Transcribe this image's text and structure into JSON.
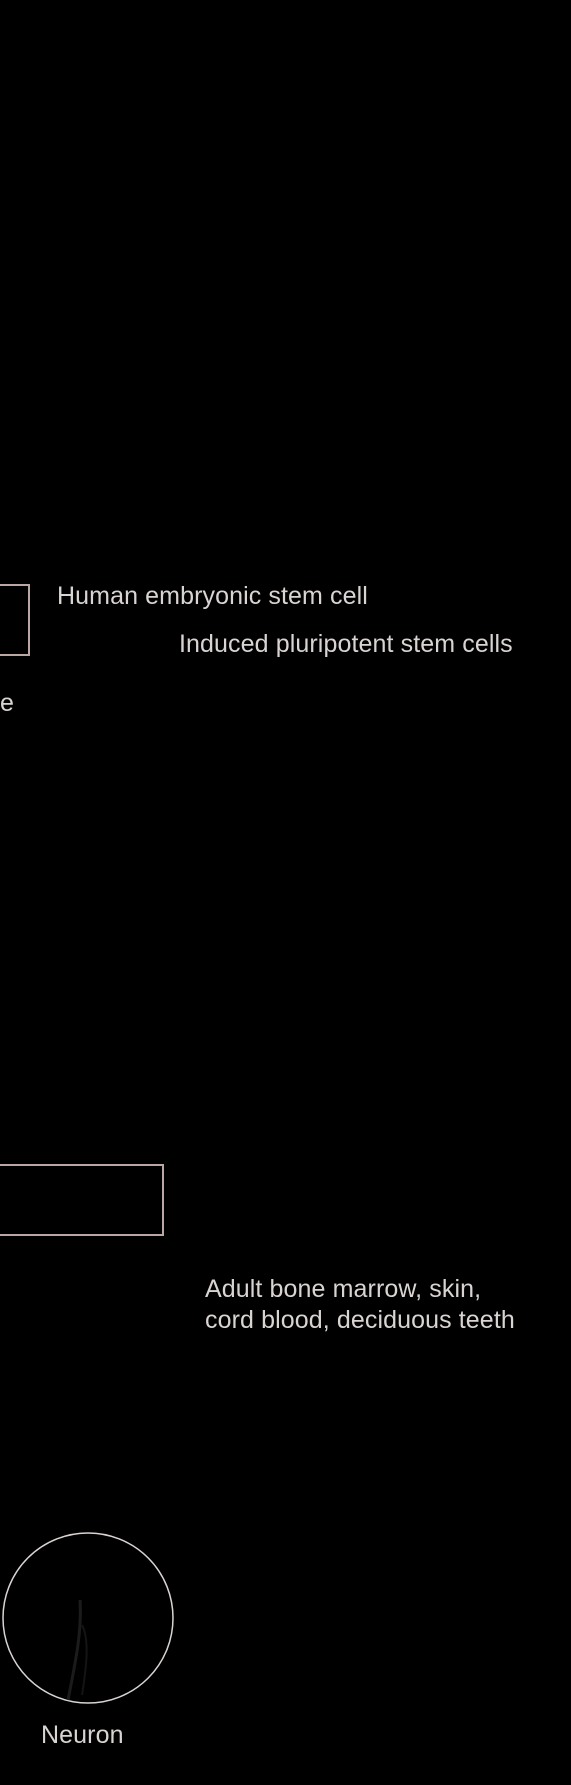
{
  "labels": {
    "human_embryonic": "Human embryonic stem cell",
    "induced_pluripotent": "Induced pluripotent stem cells",
    "cut_letter": "e",
    "adult_sources_line1": "Adult bone marrow, skin,",
    "adult_sources_line2": "cord blood, deciduous teeth",
    "neuron": "Neuron"
  },
  "colors": {
    "background": "#000000",
    "text": "#d9d4d2",
    "box_border": "#bba7a2"
  }
}
